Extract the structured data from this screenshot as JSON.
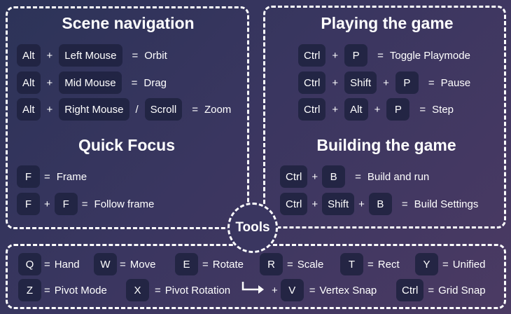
{
  "scene": {
    "title": "Scene navigation",
    "orbit": {
      "k1": "Alt",
      "op1": "+",
      "k2": "Left Mouse",
      "eq": "=",
      "action": "Orbit"
    },
    "drag": {
      "k1": "Alt",
      "op1": "+",
      "k2": "Mid Mouse",
      "eq": "=",
      "action": "Drag"
    },
    "zoom": {
      "k1": "Alt",
      "op1": "+",
      "k2": "Right Mouse",
      "slash": "/",
      "k3": "Scroll",
      "eq": "=",
      "action": "Zoom"
    }
  },
  "focus": {
    "title": "Quick Focus",
    "frame": {
      "k1": "F",
      "eq": "=",
      "action": "Frame"
    },
    "follow": {
      "k1": "F",
      "op1": "+",
      "k2": "F",
      "eq": "=",
      "action": "Follow frame"
    }
  },
  "play": {
    "title": "Playing the game",
    "toggle": {
      "k1": "Ctrl",
      "op1": "+",
      "k2": "P",
      "eq": "=",
      "action": "Toggle Playmode"
    },
    "pause": {
      "k1": "Ctrl",
      "op1": "+",
      "k2": "Shift",
      "op2": "+",
      "k3": "P",
      "eq": "=",
      "action": "Pause"
    },
    "step": {
      "k1": "Ctrl",
      "op1": "+",
      "k2": "Alt",
      "op2": "+",
      "k3": "P",
      "eq": "=",
      "action": "Step"
    }
  },
  "build": {
    "title": "Building the game",
    "run": {
      "k1": "Ctrl",
      "op1": "+",
      "k2": "B",
      "eq": "=",
      "action": "Build and run"
    },
    "settings": {
      "k1": "Ctrl",
      "op1": "+",
      "k2": "Shift",
      "op2": "+",
      "k3": "B",
      "eq": "=",
      "action": "Build Settings"
    }
  },
  "tools": {
    "title": "Tools",
    "hand": {
      "key": "Q",
      "eq": "=",
      "action": "Hand"
    },
    "move": {
      "key": "W",
      "eq": "=",
      "action": "Move"
    },
    "rotate": {
      "key": "E",
      "eq": "=",
      "action": "Rotate"
    },
    "scale": {
      "key": "R",
      "eq": "=",
      "action": "Scale"
    },
    "rect": {
      "key": "T",
      "eq": "=",
      "action": "Rect"
    },
    "unified": {
      "key": "Y",
      "eq": "=",
      "action": "Unified"
    },
    "pivot_mode": {
      "key": "Z",
      "eq": "=",
      "action": "Pivot Mode"
    },
    "pivot_rotation": {
      "key": "X",
      "eq": "=",
      "action": "Pivot Rotation"
    },
    "vertex_snap": {
      "op": "+",
      "key": "V",
      "eq": "=",
      "action": "Vertex Snap"
    },
    "grid_snap": {
      "key": "Ctrl",
      "eq": "=",
      "action": "Grid Snap"
    }
  },
  "colors": {
    "key_bg": "#1e2240",
    "border": "#ffffff",
    "bg_start": "#2c3358",
    "bg_end": "#4b3a63"
  },
  "icons": {
    "arrow": "turn-right-arrow-icon"
  }
}
